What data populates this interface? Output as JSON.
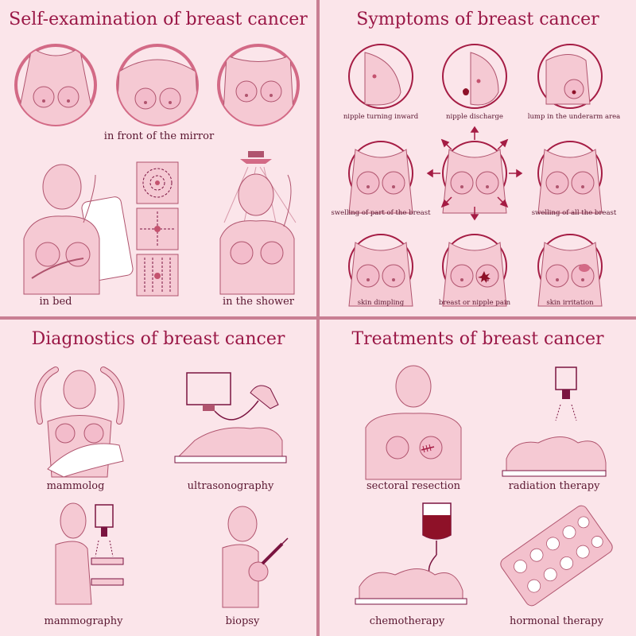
{
  "self_examination": {
    "title": "Self-examination of breast cancer",
    "labels": {
      "mirror": "in front of the mirror",
      "bed": "in bed",
      "shower": "in the shower"
    }
  },
  "symptoms": {
    "title": "Symptoms of breast cancer",
    "labels": {
      "nipple_inward": "nipple turning inward",
      "nipple_discharge": "nipple discharge",
      "underarm_lump": "lump in the underarm area",
      "swelling_part": "swelling of part of the breast",
      "swelling_all": "swelling of all the breast",
      "skin_dimpling": "skin dimpling",
      "nipple_pain": "breast or nipple pain",
      "skin_irritation": "skin irritation"
    }
  },
  "diagnostics": {
    "title": "Diagnostics of breast cancer",
    "labels": {
      "mammolog": "mammolog",
      "ultrasonography": "ultrasonography",
      "mammography": "mammography",
      "biopsy": "biopsy"
    }
  },
  "treatments": {
    "title": "Treatments of breast cancer",
    "labels": {
      "sectoral": "sectoral resection",
      "radiation": "radiation therapy",
      "chemo": "chemotherapy",
      "hormonal": "hormonal therapy"
    }
  },
  "colors": {
    "accent": "#9a1746",
    "skin": "#f5c9d3",
    "outline": "#b0546e",
    "blood": "#8e1128",
    "circle": "#c4536f"
  }
}
